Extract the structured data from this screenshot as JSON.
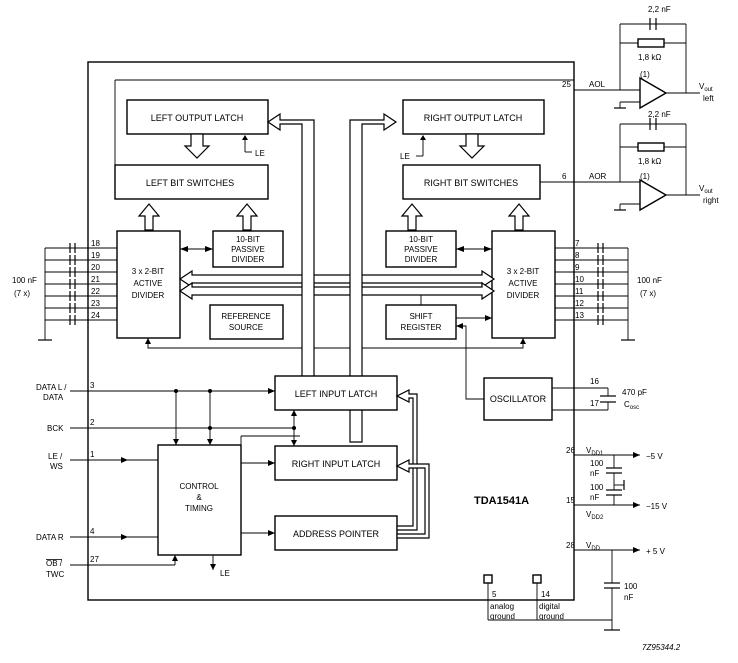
{
  "blocks": {
    "left_output_latch": "LEFT OUTPUT LATCH",
    "right_output_latch": "RIGHT OUTPUT LATCH",
    "left_bit_switches": "LEFT BIT SWITCHES",
    "right_bit_switches": "RIGHT BIT SWITCHES",
    "passive_left": [
      "10-BIT",
      "PASSIVE",
      "DIVIDER"
    ],
    "passive_right": [
      "10-BIT",
      "PASSIVE",
      "DIVIDER"
    ],
    "active_left": [
      "3 x 2-BIT",
      "ACTIVE",
      "DIVIDER"
    ],
    "active_right": [
      "3 x 2-BIT",
      "ACTIVE",
      "DIVIDER"
    ],
    "reference_source": [
      "REFERENCE",
      "SOURCE"
    ],
    "shift_register": [
      "SHIFT",
      "REGISTER"
    ],
    "oscillator": "OSCILLATOR",
    "left_input_latch": "LEFT INPUT LATCH",
    "right_input_latch": "RIGHT INPUT LATCH",
    "address_pointer": "ADDRESS POINTER",
    "control_timing": [
      "CONTROL",
      "&",
      "TIMING"
    ]
  },
  "chip_name": "TDA1541A",
  "figure_code": "7Z95344.2",
  "le": "LE",
  "inputs": [
    {
      "label1": "DATA L /",
      "label2": "DATA",
      "pin": "3"
    },
    {
      "label1": "BCK",
      "label2": "",
      "pin": "2"
    },
    {
      "label1": "LE /",
      "label2": "WS",
      "pin": "1"
    },
    {
      "label1": "DATA R",
      "label2": "",
      "pin": "4"
    },
    {
      "label1": "OB /",
      "label2": "TWC",
      "pin": "27"
    }
  ],
  "left_cap_pins": [
    "18",
    "19",
    "20",
    "21",
    "22",
    "23",
    "24"
  ],
  "right_cap_pins": [
    "7",
    "8",
    "9",
    "10",
    "11",
    "12",
    "13"
  ],
  "cap_label": [
    "100 nF",
    "(7 x)"
  ],
  "outputs": {
    "left": {
      "pin": "25",
      "name": "AOL",
      "cap": "2,2 nF",
      "res": "1,8 kΩ",
      "amp": "(1)",
      "vout": "V",
      "vsub": "out",
      "side": "left"
    },
    "right": {
      "pin": "6",
      "name": "AOR",
      "cap": "2,2 nF",
      "res": "1,8 kΩ",
      "amp": "(1)",
      "vout": "V",
      "vsub": "out",
      "side": "right"
    }
  },
  "osc": {
    "pin_a": "16",
    "pin_b": "17",
    "cap": "470 pF",
    "cname": "C",
    "csub": "osc"
  },
  "supply": {
    "vdd1_pin": "26",
    "vdd1": "V",
    "vdd1_sub": "DD1",
    "vdd1_val": "−5 V",
    "vdd2_pin": "15",
    "vdd2": "V",
    "vdd2_sub": "DD2",
    "vdd2_val": "−15 V",
    "cap1": "100",
    "cap1u": "nF",
    "cap2": "100",
    "cap2u": "nF",
    "vdd_pin": "28",
    "vdd": "V",
    "vdd_sub": "DD",
    "vdd_val": "+ 5 V",
    "cap3": "100",
    "cap3u": "nF"
  },
  "grounds": {
    "analog_pin": "5",
    "analog1": "analog",
    "analog2": "ground",
    "digital_pin": "14",
    "digital1": "digital",
    "digital2": "ground"
  }
}
